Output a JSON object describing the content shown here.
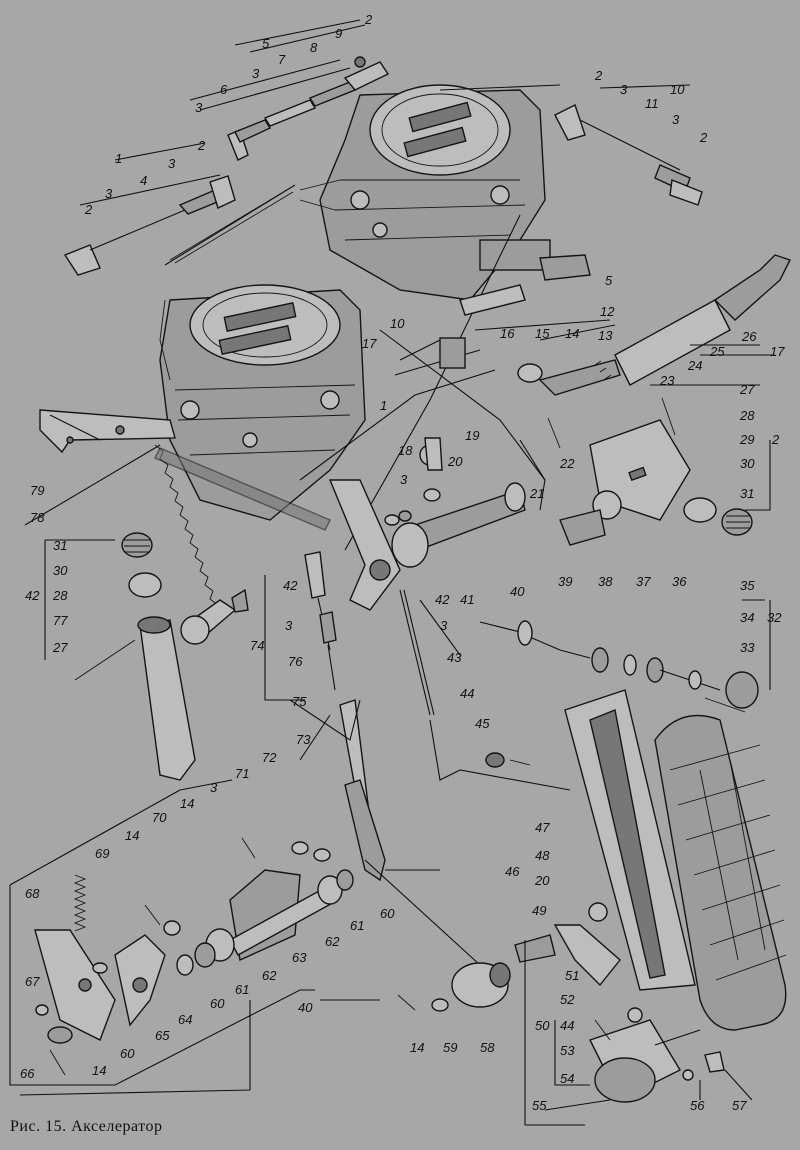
{
  "caption": "Рис. 15. Акселератор",
  "labels": [
    "1",
    "2",
    "3",
    "4",
    "5",
    "6",
    "7",
    "8",
    "9",
    "10",
    "11",
    "12",
    "13",
    "14",
    "15",
    "16",
    "17",
    "18",
    "19",
    "20",
    "21",
    "22",
    "23",
    "24",
    "25",
    "26",
    "27",
    "28",
    "29",
    "30",
    "31",
    "32",
    "33",
    "34",
    "35",
    "36",
    "37",
    "38",
    "39",
    "40",
    "41",
    "42",
    "43",
    "44",
    "45",
    "46",
    "47",
    "48",
    "49",
    "50",
    "51",
    "52",
    "53",
    "54",
    "55",
    "56",
    "57",
    "58",
    "59",
    "60",
    "61",
    "62",
    "63",
    "64",
    "65",
    "66",
    "67",
    "68",
    "69",
    "70",
    "71",
    "72",
    "73",
    "74",
    "75",
    "76",
    "77",
    "78",
    "79"
  ]
}
